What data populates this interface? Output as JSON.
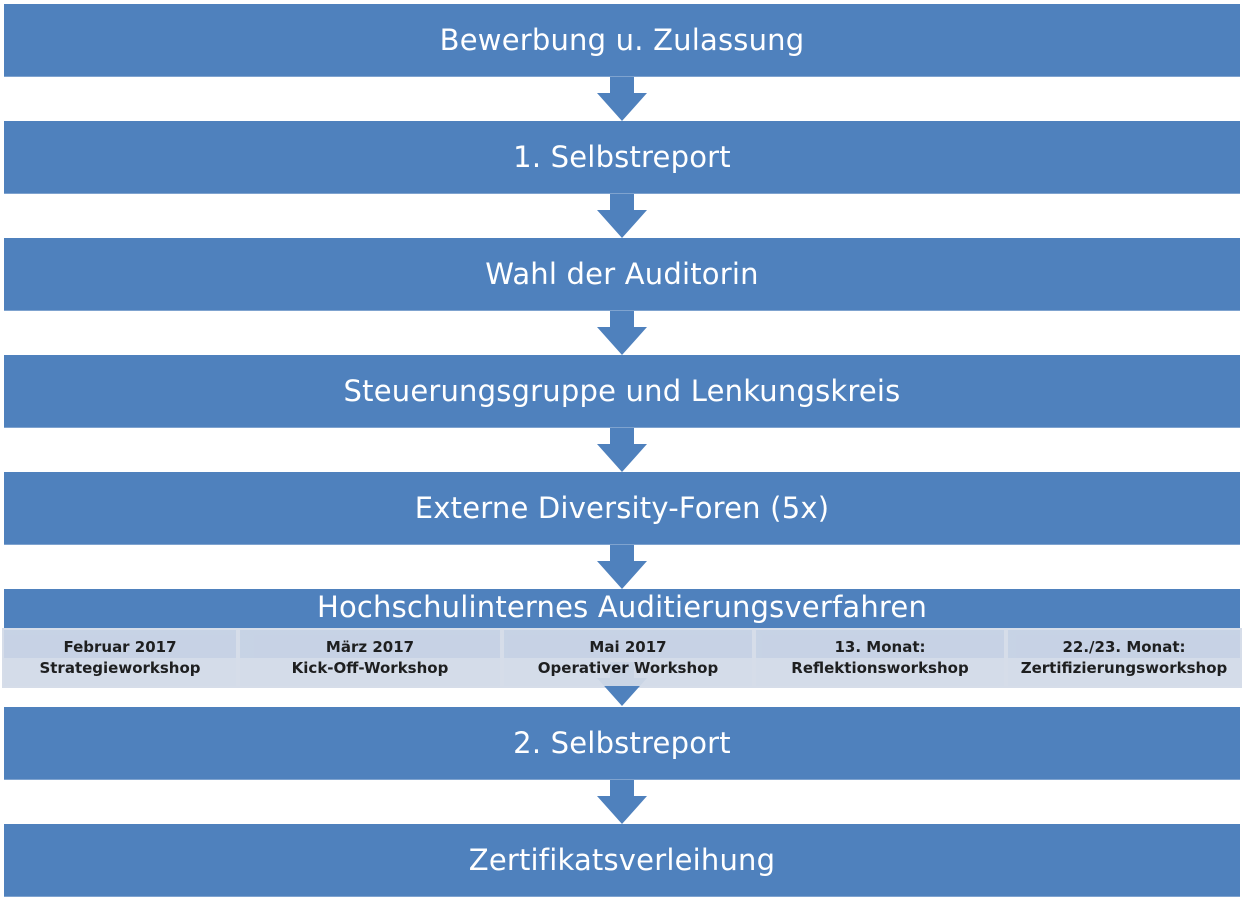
{
  "diagram": {
    "colors": {
      "step_fill": "#4f81bd",
      "step_text": "#ffffff",
      "substep_fill_top": "#c6d2e5",
      "substep_fill_bottom": "#d4dce9",
      "substep_text": "#111111"
    },
    "steps": [
      {
        "label": "Bewerbung u. Zulassung"
      },
      {
        "label": "1. Selbstreport"
      },
      {
        "label": "Wahl der Auditorin"
      },
      {
        "label": "Steuerungsgruppe und Lenkungskreis"
      },
      {
        "label": "Externe Diversity-Foren (5x)"
      },
      {
        "label": "Hochschulinternes Auditierungsverfahren"
      },
      {
        "label": "2. Selbstreport"
      },
      {
        "label": "Zertifikatsverleihung"
      }
    ],
    "substeps": [
      {
        "date": "Februar 2017",
        "label": "Strategieworkshop"
      },
      {
        "date": "März 2017",
        "label": "Kick-Off-Workshop"
      },
      {
        "date": "Mai 2017",
        "label": "Operativer Workshop"
      },
      {
        "date": "13. Monat:",
        "label": "Reflektionsworkshop"
      },
      {
        "date": "22./23. Monat:",
        "label": "Zertifizierungsworkshop"
      }
    ],
    "connector_icon": "arrow-down-icon"
  }
}
